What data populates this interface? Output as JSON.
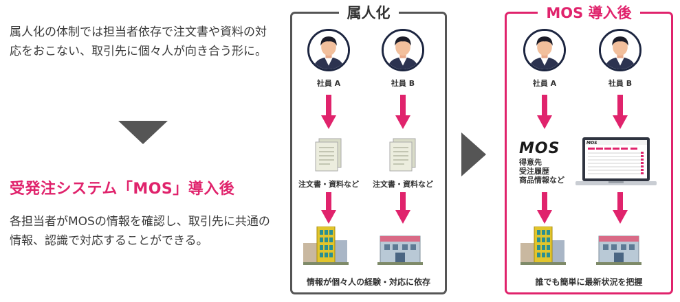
{
  "intro": {
    "text": "属人化の体制では担当者依存で注文書や資料の対応をおこない、取引先に個々人が向き合う形に。"
  },
  "mos_section": {
    "heading": "受発注システム「MOS」導入後",
    "description": "各担当者がMOSの情報を確認し、取引先に共通の情報、認識で対応することができる。"
  },
  "left_panel": {
    "title": "属人化",
    "employee_a": "社員 A",
    "employee_b": "社員 B",
    "doc_label_a": "注文書・資料など",
    "doc_label_b": "注文書・資料など",
    "footer": "情報が個々人の経験・対応に依存"
  },
  "right_panel": {
    "title": "MOS 導入後",
    "employee_a": "社員 A",
    "employee_b": "社員 B",
    "mos_logo": "MOS",
    "mos_items": [
      "得意先",
      "受注履歴",
      "商品情報など"
    ],
    "laptop_brand": "MOS",
    "footer": "誰でも簡単に最新状況を把握"
  },
  "colors": {
    "accent": "#e0236c",
    "dark": "#555555",
    "navy": "#1c2540"
  },
  "icons": [
    "person-avatar-icon",
    "down-arrow-icon",
    "document-icon",
    "building-icon",
    "laptop-icon",
    "right-arrow-icon",
    "down-triangle-icon"
  ]
}
